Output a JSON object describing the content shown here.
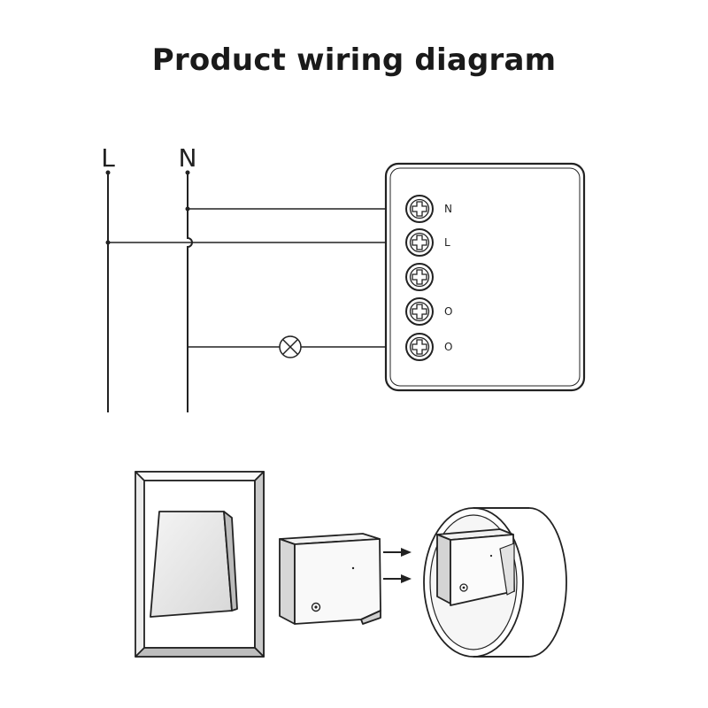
{
  "title": "Product wiring diagram",
  "wires": {
    "line_label": "L",
    "neutral_label": "N"
  },
  "module": {
    "terminals": [
      {
        "label": "N"
      },
      {
        "label": "L"
      },
      {
        "label": ""
      },
      {
        "label": "O"
      },
      {
        "label": "O"
      }
    ]
  },
  "colors": {
    "line": "#222222",
    "background": "#ffffff"
  }
}
